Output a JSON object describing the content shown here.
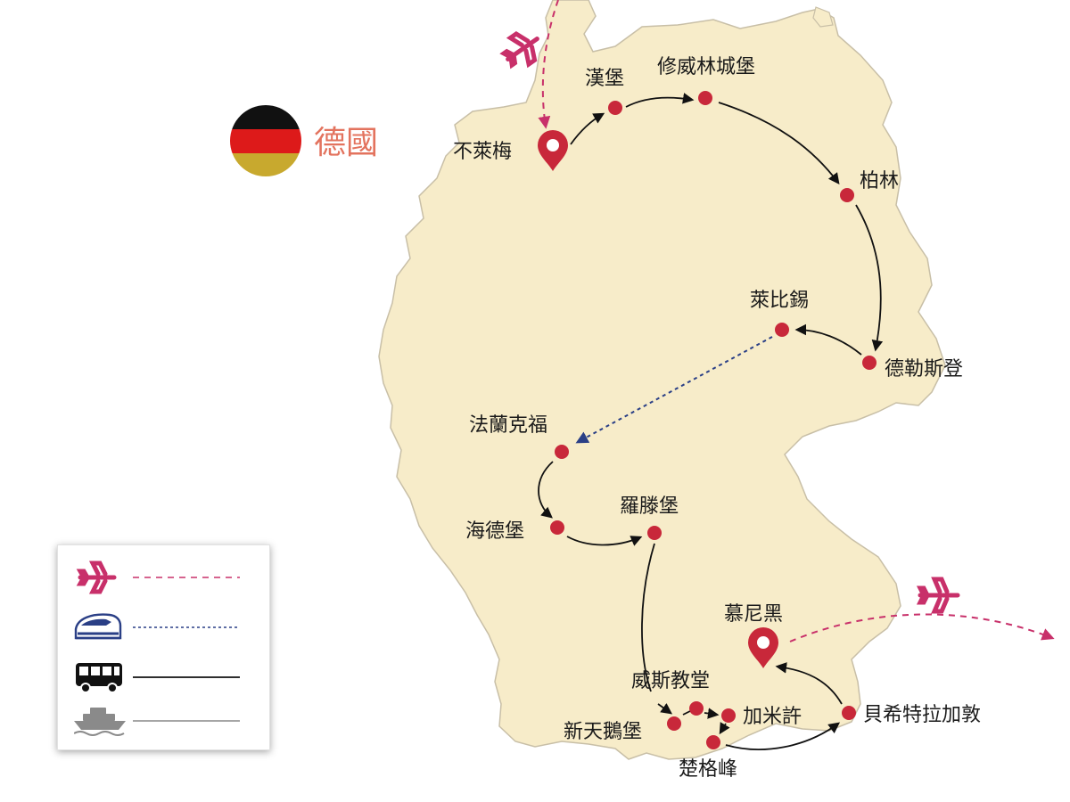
{
  "country": {
    "name": "德國"
  },
  "cities": {
    "bremen": "不萊梅",
    "hamburg": "漢堡",
    "schwerin": "修威林城堡",
    "berlin": "柏林",
    "leipzig": "萊比錫",
    "dresden": "德勒斯登",
    "frankfurt": "法蘭克福",
    "heidelberg": "海德堡",
    "rothenburg": "羅滕堡",
    "munich": "慕尼黑",
    "wieskirche": "威斯教堂",
    "neuschwanstein": "新天鵝堡",
    "garmisch": "加米許",
    "zugspitze": "楚格峰",
    "berchtesgaden": "貝希特拉加敦"
  },
  "legend": [
    {
      "icon": "airplane-icon",
      "line_style": "dashed",
      "color": "#c8306a"
    },
    {
      "icon": "train-icon",
      "line_style": "dotted",
      "color": "#2a3f86"
    },
    {
      "icon": "bus-icon",
      "line_style": "solid",
      "color": "#111111"
    },
    {
      "icon": "ship-icon",
      "line_style": "solid",
      "color": "#888888"
    }
  ],
  "colors": {
    "land": "#f7ecc9",
    "border": "#c8bfa7",
    "stop": "#c8283a",
    "plane": "#c8306a",
    "train": "#2a3f86",
    "road": "#111111",
    "ferry": "#888888",
    "country_label": "#e3735e",
    "flag_black": "#111111",
    "flag_red": "#dd1a1a",
    "flag_gold": "#c8a92e"
  }
}
